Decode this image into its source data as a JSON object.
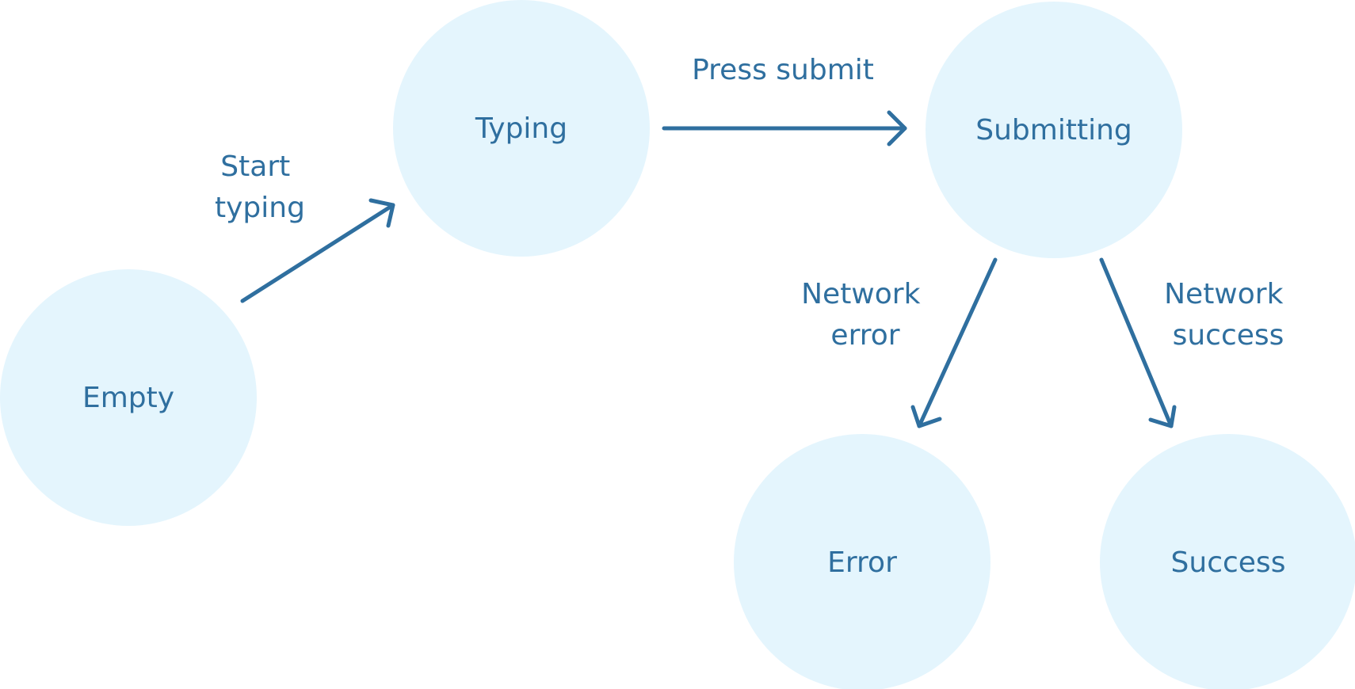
{
  "colors": {
    "node_fill": "#e4f5fd",
    "accent": "#2f6f9f",
    "background": "#ffffff"
  },
  "nodes": {
    "empty": "Empty",
    "typing": "Typing",
    "submitting": "Submitting",
    "error": "Error",
    "success": "Success"
  },
  "edges": {
    "start_typing": [
      "Start",
      "typing"
    ],
    "press_submit": "Press submit",
    "network_error": [
      "Network",
      "error"
    ],
    "network_success": [
      "Network",
      "success"
    ]
  }
}
